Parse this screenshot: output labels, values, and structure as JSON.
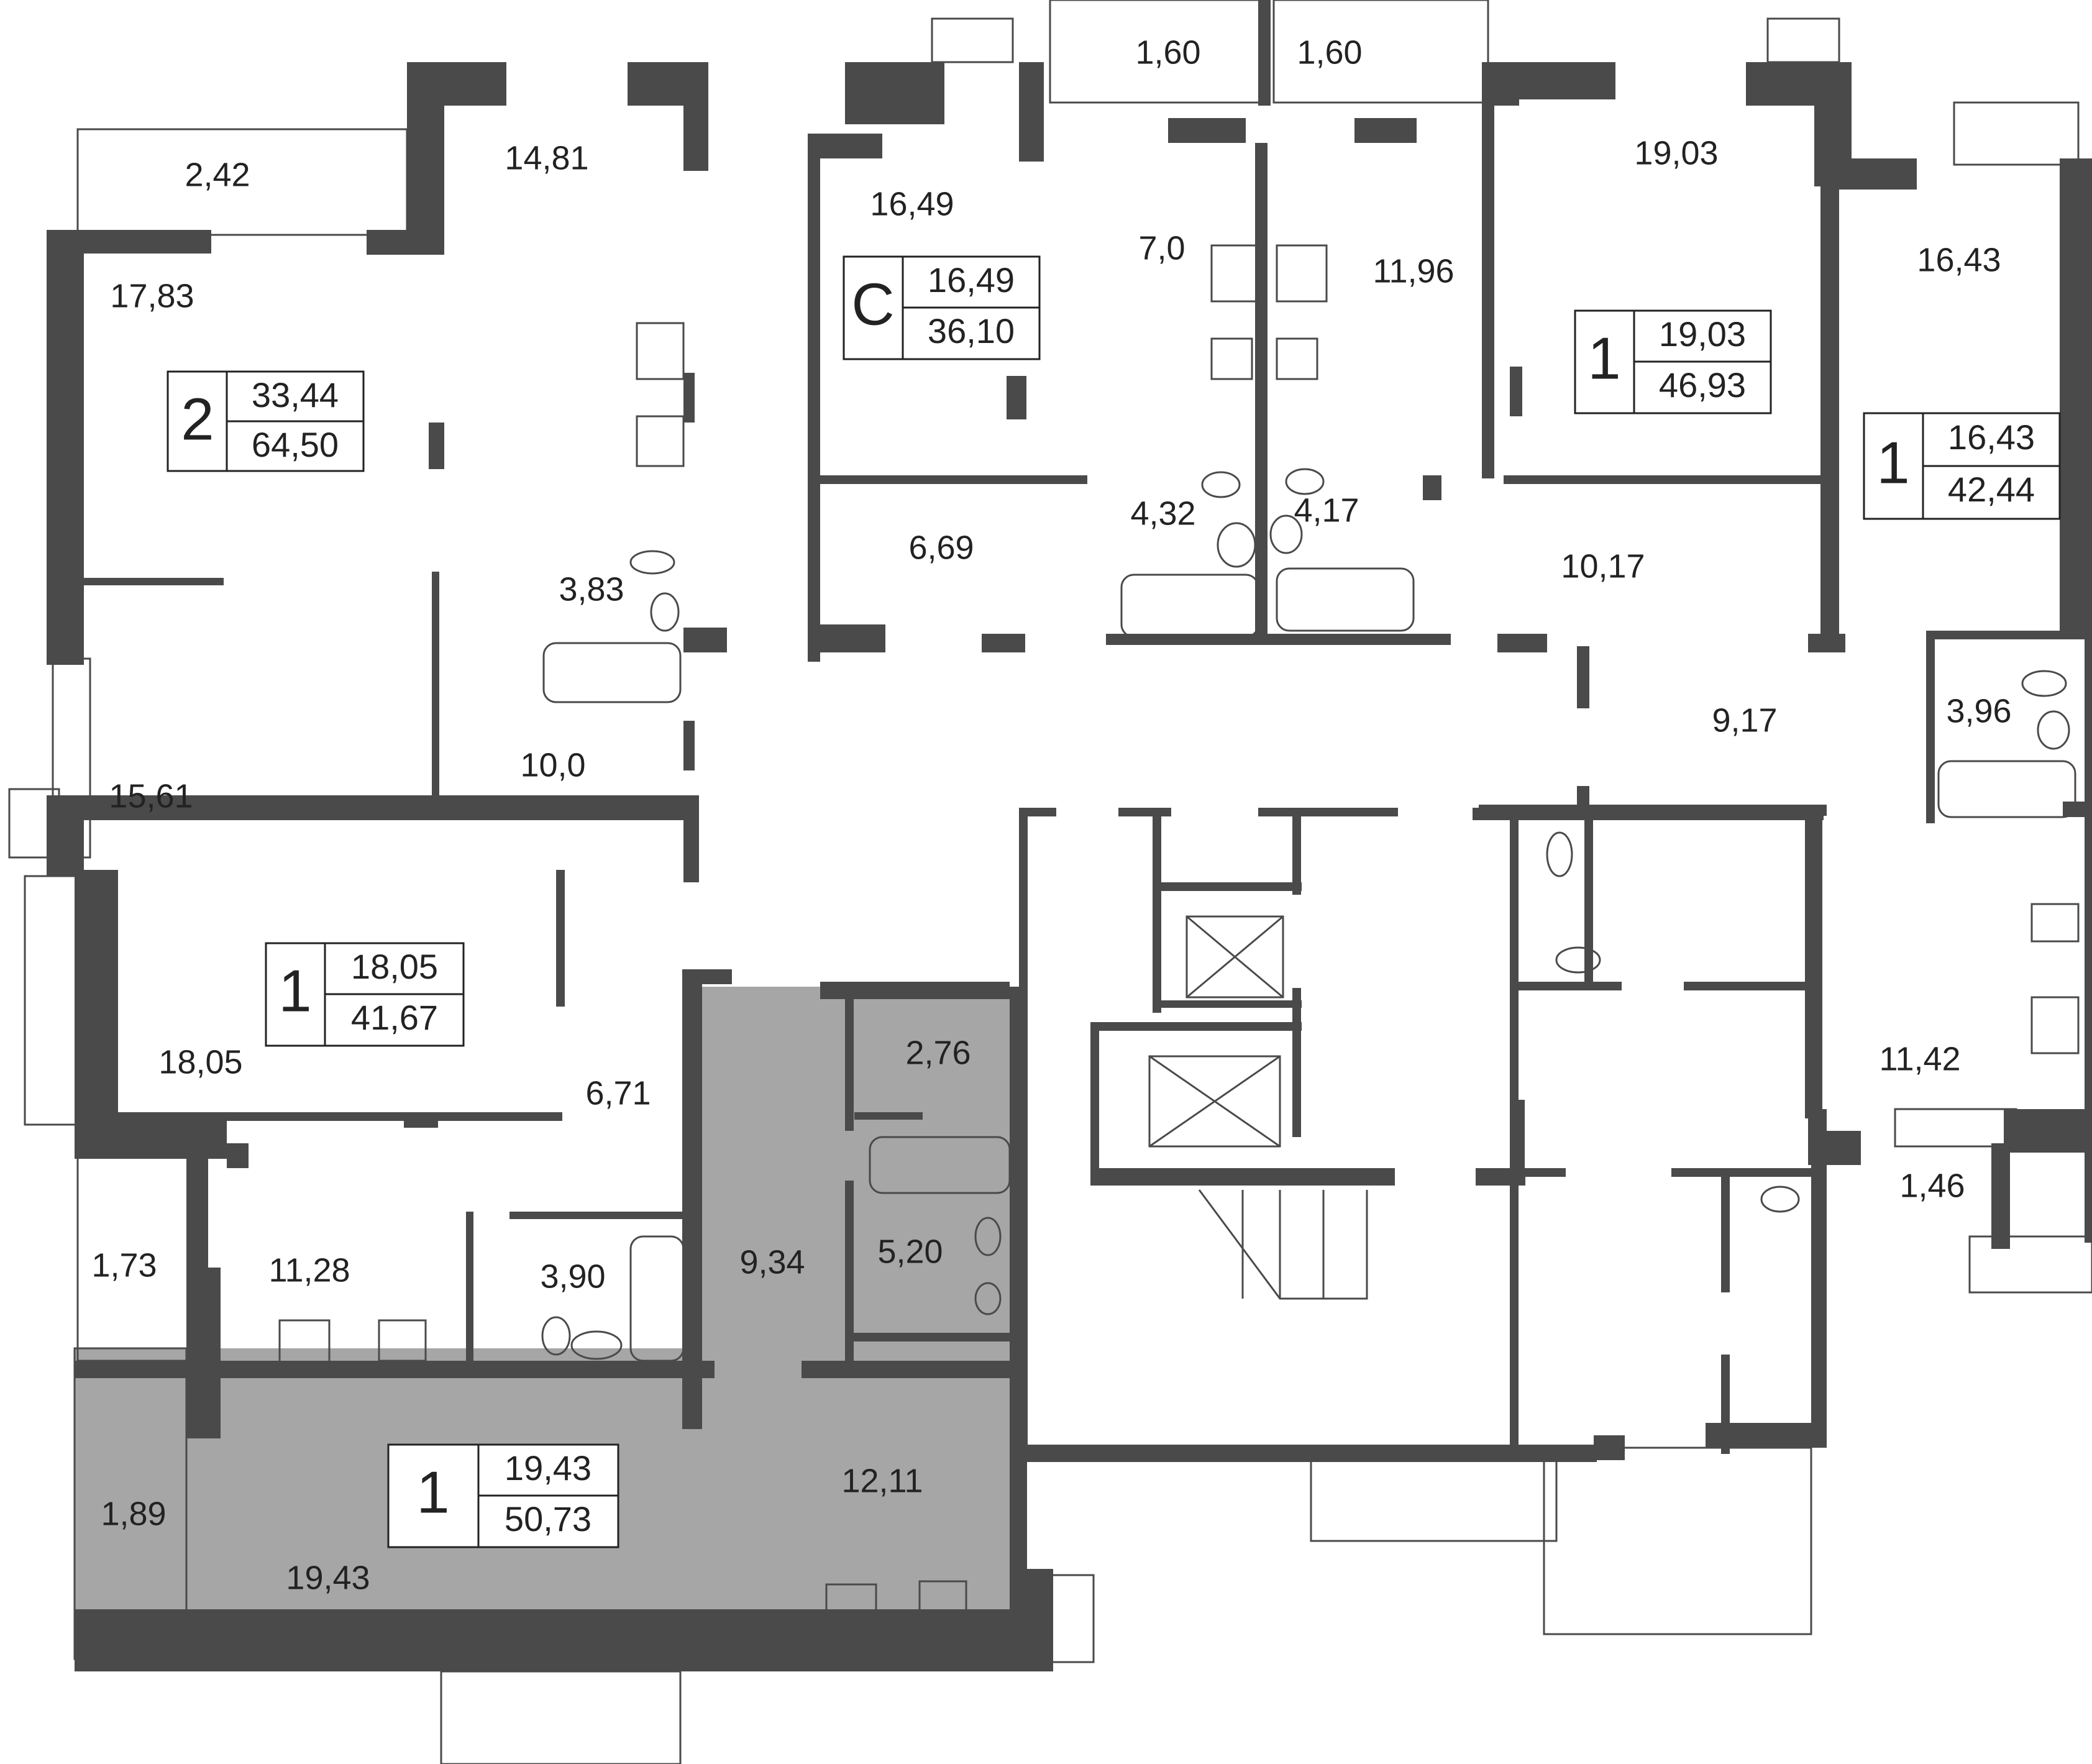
{
  "colors": {
    "wall": "#4a4a4a",
    "highlight": "#a6a6a6",
    "line": "#4a4a4a",
    "text": "#222222"
  },
  "apartments": [
    {
      "id": "apt-2",
      "rooms": "2",
      "living": "33,44",
      "total": "64,50"
    },
    {
      "id": "apt-studio",
      "rooms": "С",
      "living": "16,49",
      "total": "36,10"
    },
    {
      "id": "apt-1-a",
      "rooms": "1",
      "living": "19,03",
      "total": "46,93"
    },
    {
      "id": "apt-1-b",
      "rooms": "1",
      "living": "16,43",
      "total": "42,44"
    },
    {
      "id": "apt-1-c",
      "rooms": "1",
      "living": "18,05",
      "total": "41,67"
    },
    {
      "id": "apt-1-selected",
      "rooms": "1",
      "living": "19,43",
      "total": "50,73",
      "highlighted": true
    }
  ],
  "room_areas": {
    "balcony_1_60_left": "1,60",
    "balcony_1_60_right": "1,60",
    "balcony_2_42": "2,42",
    "room_14_81": "14,81",
    "room_17_83": "17,83",
    "room_15_61": "15,61",
    "hall_10_0": "10,0",
    "bath_3_83": "3,83",
    "room_16_49": "16,49",
    "hall_6_69": "6,69",
    "kitchen_7_0": "7,0",
    "bath_4_32": "4,32",
    "bath_4_17": "4,17",
    "room_11_96": "11,96",
    "room_19_03": "19,03",
    "hall_10_17": "10,17",
    "room_16_43": "16,43",
    "hall_9_17": "9,17",
    "bath_3_96": "3,96",
    "kitchen_11_42": "11,42",
    "balcony_1_46": "1,46",
    "room_18_05": "18,05",
    "hall_6_71": "6,71",
    "balcony_1_73": "1,73",
    "kitchen_11_28": "11,28",
    "bath_3_90": "3,90",
    "storage_2_76": "2,76",
    "hall_9_34": "9,34",
    "bath_5_20": "5,20",
    "kitchen_12_11": "12,11",
    "balcony_1_89": "1,89",
    "room_19_43": "19,43"
  }
}
